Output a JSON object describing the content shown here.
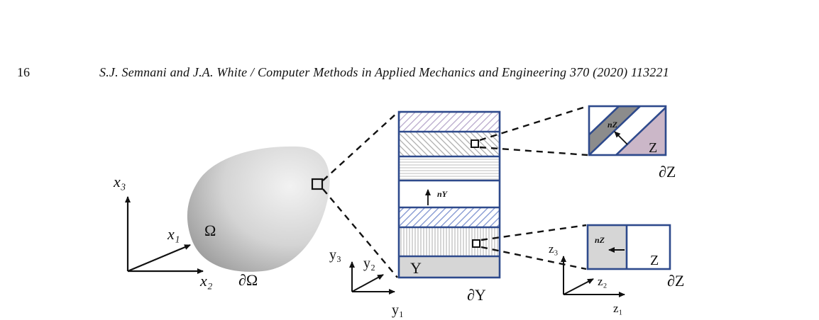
{
  "header": {
    "page_number": "16",
    "running_head": "S.J. Semnani and J.A. White / Computer Methods in Applied Mechanics and Engineering 370 (2020) 113221"
  },
  "figure": {
    "macro": {
      "axis_x3": "x₃",
      "axis_x1": "x₁",
      "axis_x2": "x₂",
      "domain": "Ω",
      "boundary": "∂Ω"
    },
    "cell": {
      "axis_y3": "y₃",
      "axis_y2": "y₂",
      "axis_y1": "y₁",
      "domain": "Y",
      "boundary": "∂Y",
      "normal": "nY"
    },
    "zoom_upper": {
      "normal": "nZ",
      "domain": "Z",
      "boundary": "∂Z"
    },
    "zoom_lower": {
      "axis_z3": "z₃",
      "axis_z2": "z₂",
      "axis_z1": "z₁",
      "normal": "nZ",
      "domain": "Z",
      "boundary": "∂Z"
    },
    "colors": {
      "frame_blue": "#2e4a8c",
      "hatch_purple": "#b8a9cc",
      "hatch_gray": "#9a9a9a",
      "hatch_blue": "#7f94d0",
      "fill_gray": "#d6d6d6",
      "fill_mauve": "#cbb7c8",
      "fill_dark": "#8c8c8c"
    }
  }
}
